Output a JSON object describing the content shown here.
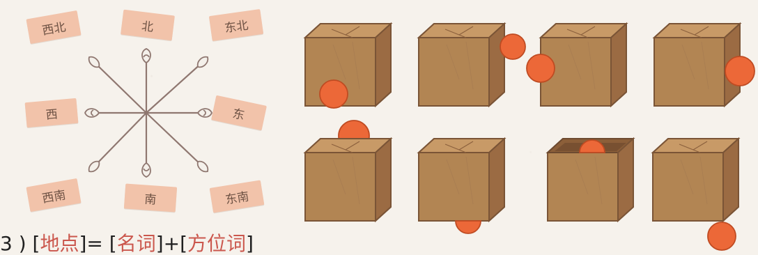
{
  "compass": {
    "northwest": "西北",
    "north": "北",
    "northeast": "东北",
    "west": "西",
    "east": "东",
    "southwest": "西南",
    "south": "南",
    "southeast": "东南"
  },
  "caption": {
    "prefix": "3 ) [",
    "place": "地点",
    "equals_open": "]= [",
    "noun": "名词",
    "plus": "]+[",
    "direction_word": "方位词",
    "close": "]"
  },
  "colors": {
    "box_front": "#b28553",
    "box_side": "#9b6b43",
    "box_top": "#c89a67",
    "ball": "#ec6838",
    "tag": "#f2c3aa",
    "accent_text": "#cb574d"
  },
  "positions": [
    "box-bottom-front",
    "box-right",
    "box-left",
    "box-right-edge",
    "box-top",
    "box-under",
    "box-inside",
    "box-away"
  ]
}
